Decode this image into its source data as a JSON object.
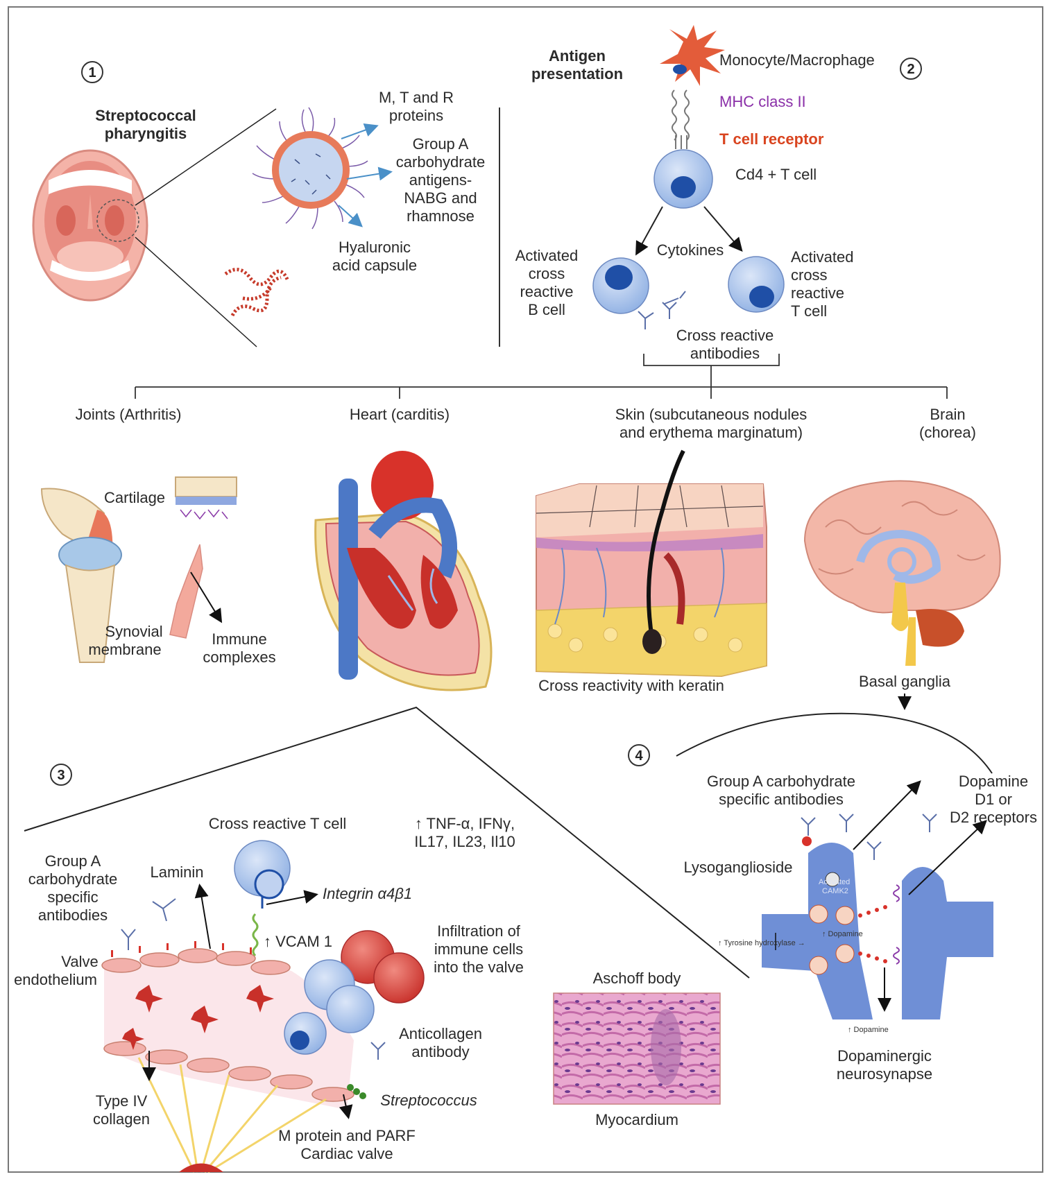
{
  "colors": {
    "frame": "#777777",
    "mhc": "#8a2fa8",
    "tcr": "#d9441f",
    "cell_fill": "#b7cdee",
    "cell_nucleus": "#1f4fa6",
    "tissue_pink": "#f2b0ab",
    "heart_red": "#d8322a",
    "vessel_blue": "#4c78c6",
    "synapse_blue": "#6f8fd6",
    "fat_yellow": "#f3d46a"
  },
  "panel1": {
    "number": "1",
    "title_line1": "Streptococcal",
    "title_line2": "pharyngitis",
    "mtr_line1": "M, T and R",
    "mtr_line2": "proteins",
    "groupA_lines": [
      "Group A",
      "carbohydrate",
      "antigens-",
      "NABG and",
      "rhamnose"
    ],
    "hyaluronic_line1": "Hyaluronic",
    "hyaluronic_line2": "acid capsule"
  },
  "panel2": {
    "number": "2",
    "antigen_line1": "Antigen",
    "antigen_line2": "presentation",
    "monocyte": "Monocyte/Macrophage",
    "mhc": "MHC class II",
    "tcr": "T cell receptor",
    "cd4": "Cd4 + T cell",
    "cytokines": "Cytokines",
    "bcell_lines": [
      "Activated",
      "cross",
      "reactive",
      "B cell"
    ],
    "tcell_lines": [
      "Activated",
      "cross",
      "reactive",
      "T cell"
    ],
    "antibodies_line1": "Cross reactive",
    "antibodies_line2": "antibodies"
  },
  "organs": {
    "joints": "Joints (Arthritis)",
    "heart": "Heart (carditis)",
    "skin_line1": "Skin (subcutaneous nodules",
    "skin_line2": "and erythema marginatum)",
    "brain_line1": "Brain",
    "brain_line2": "(chorea)",
    "cartilage": "Cartilage",
    "synovial_line1": "Synovial",
    "synovial_line2": "membrane",
    "immune_line1": "Immune",
    "immune_line2": "complexes",
    "keratin": "Cross reactivity with keratin",
    "basal": "Basal ganglia"
  },
  "panel3": {
    "number": "3",
    "cross_t": "Cross reactive T cell",
    "cytokines_line1": "↑ TNF-α, IFNγ,",
    "cytokines_line2": "IL17, IL23, Il10",
    "groupA_lines": [
      "Group A",
      "carbohydrate",
      "specific",
      "antibodies"
    ],
    "laminin": "Laminin",
    "integrin": "Integrin α4β1",
    "vcam": "↑ VCAM 1",
    "infiltration_lines": [
      "Infiltration of",
      "immune cells",
      "into the valve"
    ],
    "valve_line1": "Valve",
    "valve_line2": "endothelium",
    "anticollagen_line1": "Anticollagen",
    "anticollagen_line2": "antibody",
    "streptococcus": "Streptococcus",
    "type4_line1": "Type IV",
    "type4_line2": "collagen",
    "mprotein_line1": "M protein and PARF",
    "mprotein_line2": "Cardiac valve",
    "aschoff": "Aschoff body",
    "myocardium": "Myocardium"
  },
  "panel4": {
    "number": "4",
    "groupA_line1": "Group A carbohydrate",
    "groupA_line2": "specific antibodies",
    "dopamine_rec_lines": [
      "Dopamine",
      "D1 or",
      "D2 receptors"
    ],
    "lyso": "Lysoganglioside",
    "camk_line1": "Activated",
    "camk_line2": "CAMK2",
    "tyrosine": "↑ Tyrosine hydroxylase →",
    "dopamine_small": "↑ Dopamine",
    "dopamine_bottom": "↑ Dopamine",
    "synapse_line1": "Dopaminergic",
    "synapse_line2": "neurosynapse"
  }
}
